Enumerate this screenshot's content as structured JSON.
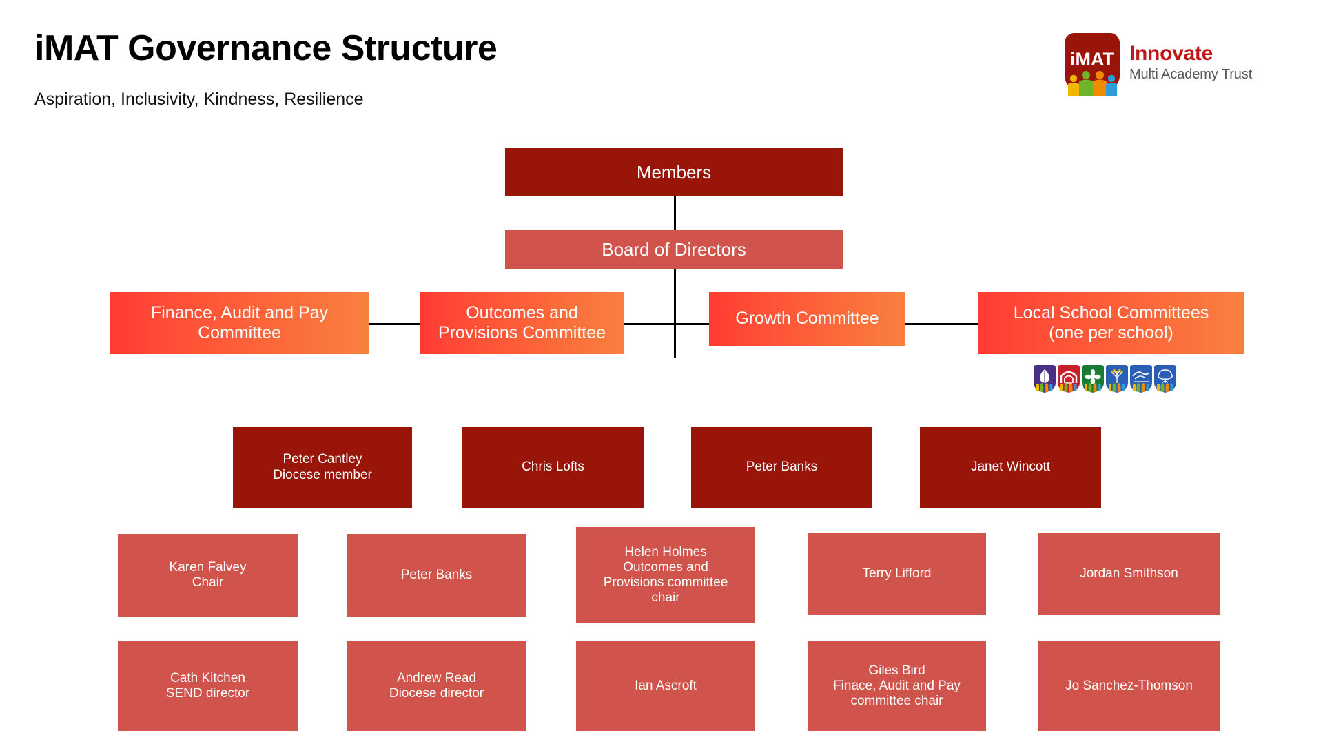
{
  "header": {
    "title": "iMAT Governance Structure",
    "subtitle": "Aspiration, Inclusivity, Kindness, Resilience"
  },
  "logo": {
    "shield_text": "iMAT",
    "brand": "Innovate",
    "tagline": "Multi Academy Trust",
    "shield_color": "#991409",
    "brand_color": "#C01818",
    "tagline_color": "#58585A",
    "figure_colors": [
      "#F2B600",
      "#6FB32B",
      "#F08A00",
      "#2E9BD6"
    ]
  },
  "chart_data": {
    "type": "org-chart",
    "title": "iMAT Governance Structure",
    "colors": {
      "dark_red": "#991409",
      "mid_red": "#D0544B",
      "gradient_start": "#FF3A33",
      "gradient_end": "#F9803F",
      "connector": "#000000"
    },
    "levels": [
      {
        "name": "members",
        "nodes": [
          "Members"
        ]
      },
      {
        "name": "board",
        "nodes": [
          "Board of Directors"
        ]
      },
      {
        "name": "committees",
        "nodes": [
          "Finance, Audit and Pay Committee",
          "Outcomes and Provisions Committee",
          "Growth Committee",
          "Local School Committees (one per school)"
        ]
      },
      {
        "name": "member-people",
        "nodes": [
          "Peter Cantley Diocese member",
          "Chris Lofts",
          "Peter Banks",
          "Janet Wincott"
        ]
      },
      {
        "name": "directors-row-1",
        "nodes": [
          "Karen Falvey Chair",
          "Peter Banks",
          "Helen Holmes Outcomes and Provisions committee chair",
          "Terry Lifford",
          "Jordan Smithson"
        ]
      },
      {
        "name": "directors-row-2",
        "nodes": [
          "Cath Kitchen SEND director",
          "Andrew Read Diocese director",
          "Ian Ascroft",
          "Giles Bird Finace, Audit and Pay committee chair",
          "Jo Sanchez-Thomson"
        ]
      }
    ]
  },
  "top": {
    "members": "Members",
    "board": "Board of Directors"
  },
  "committees": [
    {
      "line1": "Finance, Audit and Pay",
      "line2": "Committee"
    },
    {
      "line1": "Outcomes and",
      "line2": "Provisions Committee"
    },
    {
      "line1": "Growth Committee",
      "line2": ""
    },
    {
      "line1": "Local School Committees",
      "line2": "(one per school)"
    }
  ],
  "members_row": [
    {
      "line1": "Peter Cantley",
      "line2": "Diocese member"
    },
    {
      "line1": "Chris Lofts",
      "line2": ""
    },
    {
      "line1": "Peter Banks",
      "line2": ""
    },
    {
      "line1": "Janet Wincott",
      "line2": ""
    }
  ],
  "directors_row1": [
    {
      "line1": "Karen Falvey",
      "line2": "Chair",
      "line3": "",
      "line4": ""
    },
    {
      "line1": "Peter Banks",
      "line2": "",
      "line3": "",
      "line4": ""
    },
    {
      "line1": "Helen Holmes",
      "line2": "Outcomes and",
      "line3": "Provisions committee",
      "line4": "chair"
    },
    {
      "line1": "Terry Lifford",
      "line2": "",
      "line3": "",
      "line4": ""
    },
    {
      "line1": "Jordan Smithson",
      "line2": "",
      "line3": "",
      "line4": ""
    }
  ],
  "directors_row2": [
    {
      "line1": "Cath Kitchen",
      "line2": "SEND director",
      "line3": ""
    },
    {
      "line1": "Andrew Read",
      "line2": "Diocese director",
      "line3": ""
    },
    {
      "line1": "Ian Ascroft",
      "line2": "",
      "line3": ""
    },
    {
      "line1": "Giles Bird",
      "line2": "Finace, Audit and Pay",
      "line3": "committee chair"
    },
    {
      "line1": "Jo Sanchez-Thomson",
      "line2": "",
      "line3": ""
    }
  ],
  "crests": [
    {
      "name": "school-crest-leaf",
      "bg": "#4B2F84",
      "emblem": "leaf"
    },
    {
      "name": "school-crest-tunnel",
      "bg": "#C8202C",
      "emblem": "tunnel"
    },
    {
      "name": "school-crest-flower",
      "bg": "#1B7A33",
      "emblem": "flower"
    },
    {
      "name": "school-crest-blossom-tree",
      "bg": "#2B5FB5",
      "emblem": "blossom-tree"
    },
    {
      "name": "school-crest-bird",
      "bg": "#2B5FB5",
      "emblem": "bird"
    },
    {
      "name": "school-crest-oak",
      "bg": "#2B5FB5",
      "emblem": "oak"
    }
  ]
}
